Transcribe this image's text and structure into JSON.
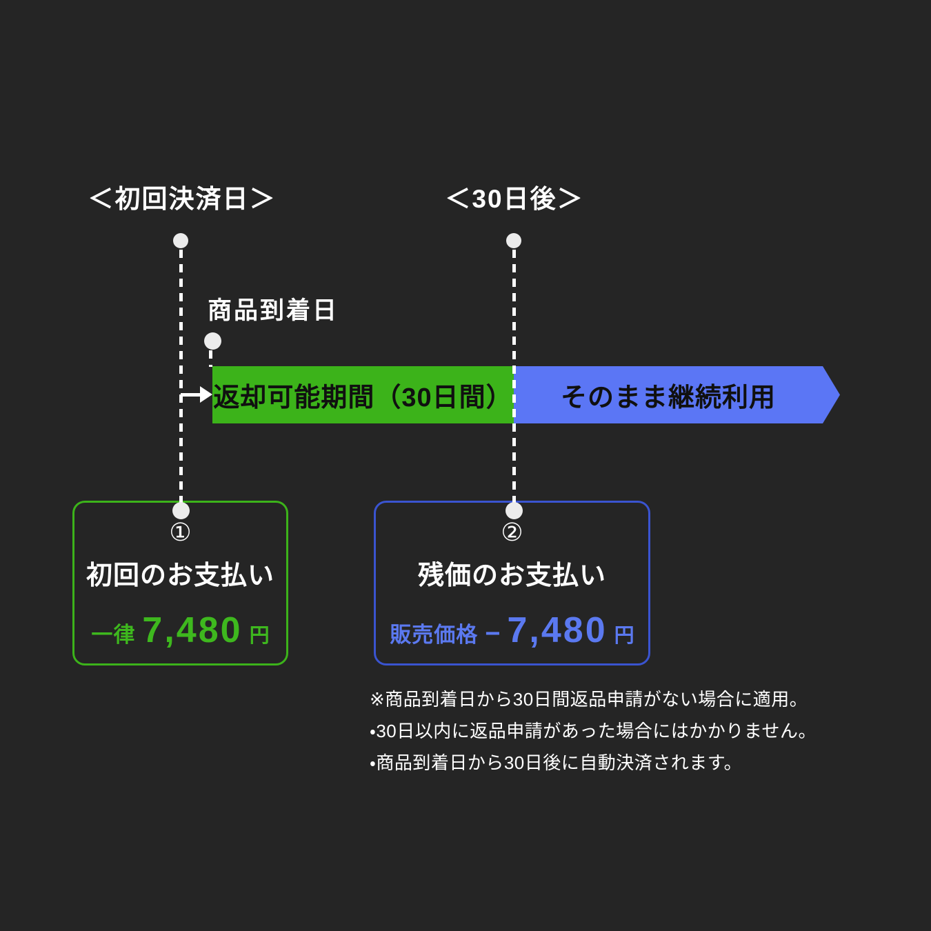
{
  "colors": {
    "background": "#252525",
    "green": "#3cb31a",
    "green_text": "#3eb81e",
    "blue": "#5b76f5",
    "blue_border": "#3a54d0",
    "blue_text": "#5b79f0",
    "bar_text": "#101010",
    "dot": "#ececec",
    "white": "#ffffff"
  },
  "timeline": {
    "first_payment_date_label": "＜初回決済日＞",
    "after_30_days_label": "＜30日後＞",
    "arrival_label": "商品到着日",
    "return_period_label": "返却可能期間（30日間）",
    "continue_label": "そのまま継続利用"
  },
  "cards": {
    "first": {
      "number": "①",
      "title": "初回のお支払い",
      "price_prefix": "一律",
      "price_amount": "7,480",
      "price_unit": "円"
    },
    "residual": {
      "number": "②",
      "title": "残価のお支払い",
      "price_prefix": "販売価格",
      "price_minus": "−",
      "price_amount": "7,480",
      "price_unit": "円"
    }
  },
  "footnotes": [
    "※商品到着日から30日間返品申請がない場合に適用。",
    "・30日以内に返品申請があった場合にはかかりません。",
    "・商品到着日から30日後に自動決済されます。"
  ]
}
